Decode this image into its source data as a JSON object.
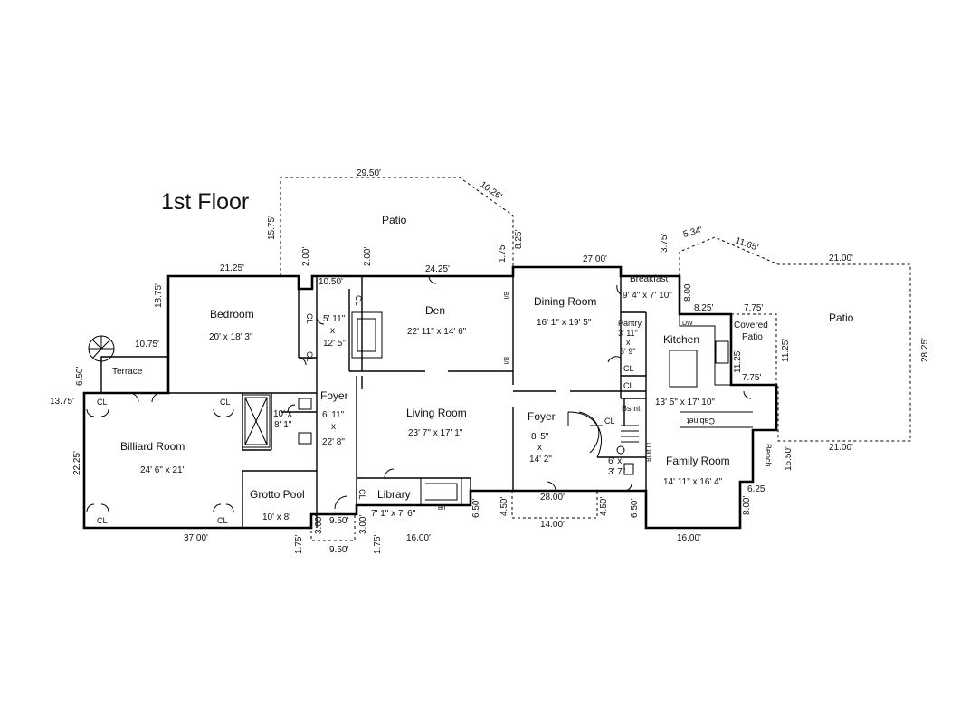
{
  "title": "1st Floor",
  "rooms": {
    "patio_top": {
      "name": "Patio"
    },
    "bedroom": {
      "name": "Bedroom",
      "size": "20' x 18' 3\""
    },
    "terrace": {
      "name": "Terrace"
    },
    "den": {
      "name": "Den",
      "size": "22' 11\" x 14' 6\""
    },
    "dining": {
      "name": "Dining Room",
      "size": "16' 1\" x 19' 5\""
    },
    "breakfast": {
      "name": "Breakfast",
      "size": "9' 4\" x 7' 10\""
    },
    "pantry": {
      "name": "Pantry",
      "size_l1": "3' 11\"",
      "size_l2": "x",
      "size_l3": "5' 9\""
    },
    "kitchen": {
      "name": "Kitchen",
      "size": "13' 5\" x 17' 10\""
    },
    "covered_patio": {
      "name_l1": "Covered",
      "name_l2": "Patio"
    },
    "patio_right": {
      "name": "Patio"
    },
    "foyer_left": {
      "name": "Foyer",
      "size_l1": "6' 11\"",
      "size_l2": "x",
      "size_l3": "22' 8\""
    },
    "closet_foyer": {
      "size_l1": "5' 11\"",
      "size_l2": "x",
      "size_l3": "12' 5\""
    },
    "bath_left": {
      "size_l1": "10' x",
      "size_l2": "8' 1\""
    },
    "billiard": {
      "name": "Billiard  Room",
      "size": "24' 6\" x 21'"
    },
    "grotto": {
      "name": "Grotto Pool",
      "size": "10' x 8'"
    },
    "living": {
      "name": "Living Room",
      "size": "23' 7\" x 17' 1\""
    },
    "library": {
      "name": "Library",
      "size": "7' 1\" x 7' 6\""
    },
    "foyer_right": {
      "name": "Foyer",
      "size_l1": "8' 5\"",
      "size_l2": "x",
      "size_l3": "14' 2\""
    },
    "bath_right": {
      "size_l1": "6' x",
      "size_l2": "3' 7\""
    },
    "family": {
      "name": "Family Room",
      "size": "14' 11\" x 16' 4\""
    }
  },
  "labels": {
    "cl": "CL",
    "bi": "B/I",
    "bsmt": "Bsmt",
    "built_in": "Built In",
    "bench": "Bench",
    "cabinet": "Cabinet",
    "dw": "DW"
  },
  "dimensions": {
    "patio_top_w": "29.50'",
    "patio_diag": "10.26'",
    "patio_left_h": "15.75'",
    "patio_right_h": "8.25'",
    "bedroom_w": "21.25'",
    "bedroom_h": "18.75'",
    "jog_a": "2.00'",
    "jog_b": "2.00'",
    "closet_w": "10.50'",
    "den_w": "24.25'",
    "den_jog": "1.75'",
    "dining_w": "27.00'",
    "breakfast_jog": "3.75'",
    "patio_r_diag1": "5.34'",
    "patio_r_diag2": "11.65'",
    "patio_r_top": "21.00'",
    "patio_r_right": "28.25'",
    "patio_r_bottom": "21.00'",
    "breakfast_h": "8.00'",
    "breakfast_w": "8.25'",
    "cov_patio_w": "7.75'",
    "cov_patio_h": "11.25'",
    "kitchen_h": "11.25'",
    "cov_patio_bottom": "7.75'",
    "terrace_w": "10.75'",
    "terrace_h": "6.50'",
    "billiard_jog": "13.75'",
    "billiard_h": "22.25'",
    "billiard_w": "37.00'",
    "grotto_h1": "3.00'",
    "grotto_h2": "3.00'",
    "grotto_w1": "9.50'",
    "grotto_w2": "9.50'",
    "grotto_jog1": "1.75'",
    "grotto_jog2": "1.75'",
    "library_w": "16.00'",
    "library_jog": "6.50'",
    "foyer_jog_l": "4.50'",
    "foyer_w": "28.00'",
    "foyer_jog_r": "4.50'",
    "porch_w": "14.00'",
    "family_jog": "6.50'",
    "family_w": "16.00'",
    "family_jog_r": "8.00'",
    "family_step": "6.25'",
    "family_h": "15.50'"
  }
}
